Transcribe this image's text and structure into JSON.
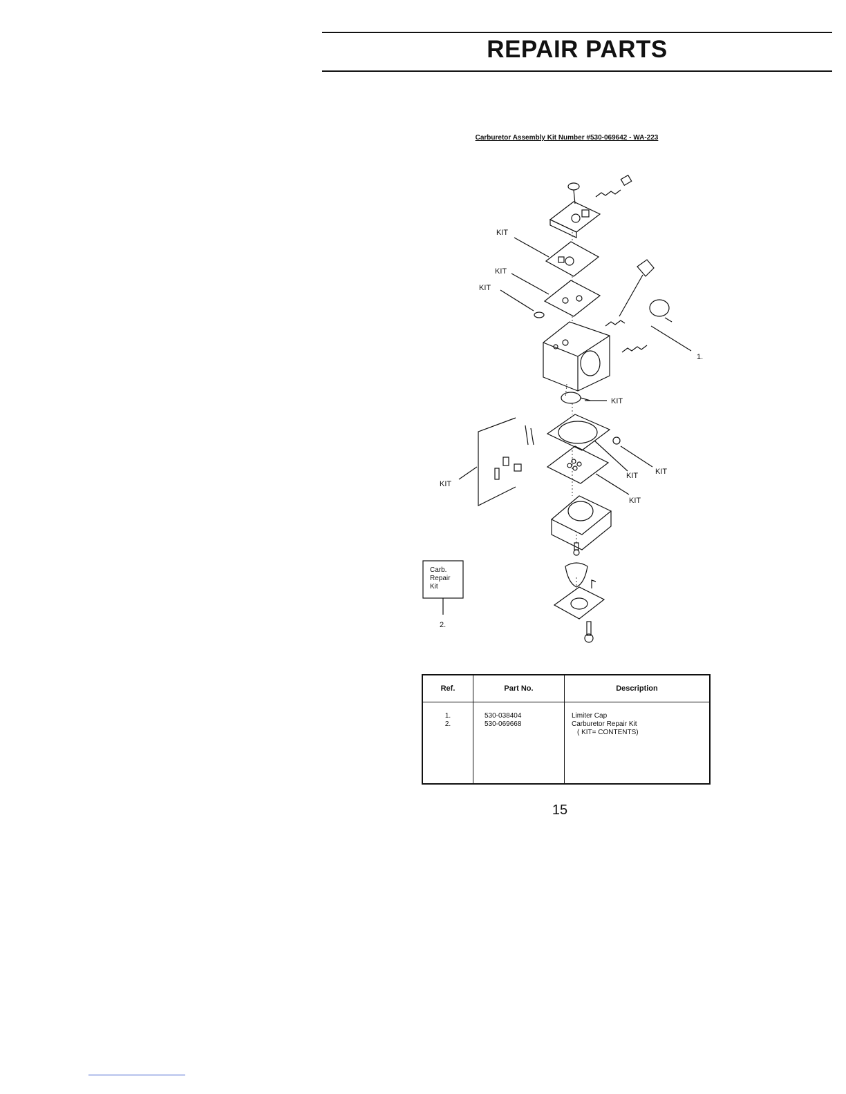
{
  "header": {
    "title": "REPAIR PARTS"
  },
  "diagram": {
    "caption": "Carburetor Assembly Kit Number #530-069642 - WA-223",
    "callouts": [
      "KIT",
      "KIT",
      "KIT",
      "KIT",
      "KIT",
      "KIT",
      "KIT",
      "KIT"
    ],
    "ref_labels": [
      "1.",
      "2."
    ],
    "repair_kit_box": {
      "line1": "Carb.",
      "line2": "Repair",
      "line3": "Kit"
    }
  },
  "parts_table": {
    "headers": {
      "ref": "Ref.",
      "part_no": "Part No.",
      "description": "Description"
    },
    "rows": [
      {
        "ref": "1.",
        "part_no": "530-038404",
        "description": "Limiter Cap"
      },
      {
        "ref": "2.",
        "part_no": "530-069668",
        "description": "Carburetor Repair Kit"
      }
    ],
    "note": "( KIT= CONTENTS)"
  },
  "footer": {
    "page_number": "15"
  }
}
